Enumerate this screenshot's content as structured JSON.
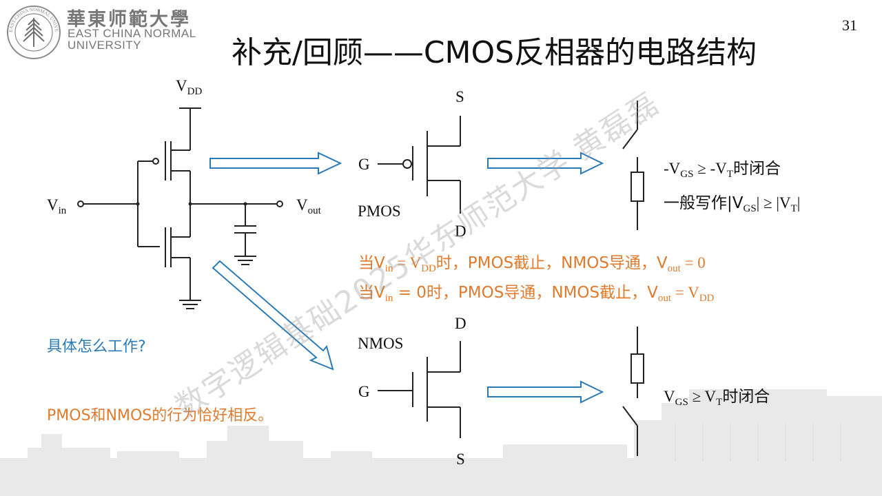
{
  "logo": {
    "name_cn": "華東师範大學",
    "name_en_line1": "EAST CHINA NORMAL",
    "name_en_line2": "UNIVERSITY",
    "seal_text": "EAST CHINA NORMAL UNIVERSITY"
  },
  "page_number": "31",
  "title": "补充/回顾——CMOS反相器的电路结构",
  "watermark": "数字逻辑基础2025华东师范大学 黄磊磊",
  "inverter": {
    "vdd": {
      "main": "V",
      "sub": "DD"
    },
    "vin": {
      "main": "V",
      "sub": "in"
    },
    "vout": {
      "main": "V",
      "sub": "out"
    }
  },
  "pmos": {
    "source": "S",
    "gate": "G",
    "drain": "D",
    "name": "PMOS",
    "condition_line1": {
      "prefix": "-V",
      "sub1": "GS",
      "mid": " ≥ -V",
      "sub2": "T",
      "suffix": "时闭合"
    },
    "condition_line2": {
      "prefix": "一般写作|V",
      "sub1": "GS",
      "mid": "| ≥ |V",
      "sub2": "T",
      "suffix": "|"
    }
  },
  "nmos": {
    "drain": "D",
    "gate": "G",
    "source": "S",
    "name": "NMOS",
    "condition": {
      "prefix": "V",
      "sub1": "GS",
      "mid": " ≥ V",
      "sub2": "T",
      "suffix": "时闭合"
    }
  },
  "notes": {
    "line1": {
      "a": "当V",
      "a_sub": "in",
      "b": " = V",
      "b_sub": "DD",
      "c": "时，PMOS截止，NMOS导通，V",
      "c_sub": "out",
      "d": " = 0"
    },
    "line2": {
      "a": "当V",
      "a_sub": "in",
      "b": " = 0时，PMOS导通，NMOS截止，V",
      "b_sub": "out",
      "c": " = V",
      "c_sub": "DD"
    },
    "question": "具体怎么工作?",
    "conclusion": "PMOS和NMOS的行为恰好相反。"
  },
  "colors": {
    "accent_orange": "#e07b2e",
    "accent_blue": "#2a7ab8",
    "arrow_blue": "#2a7ab8"
  }
}
